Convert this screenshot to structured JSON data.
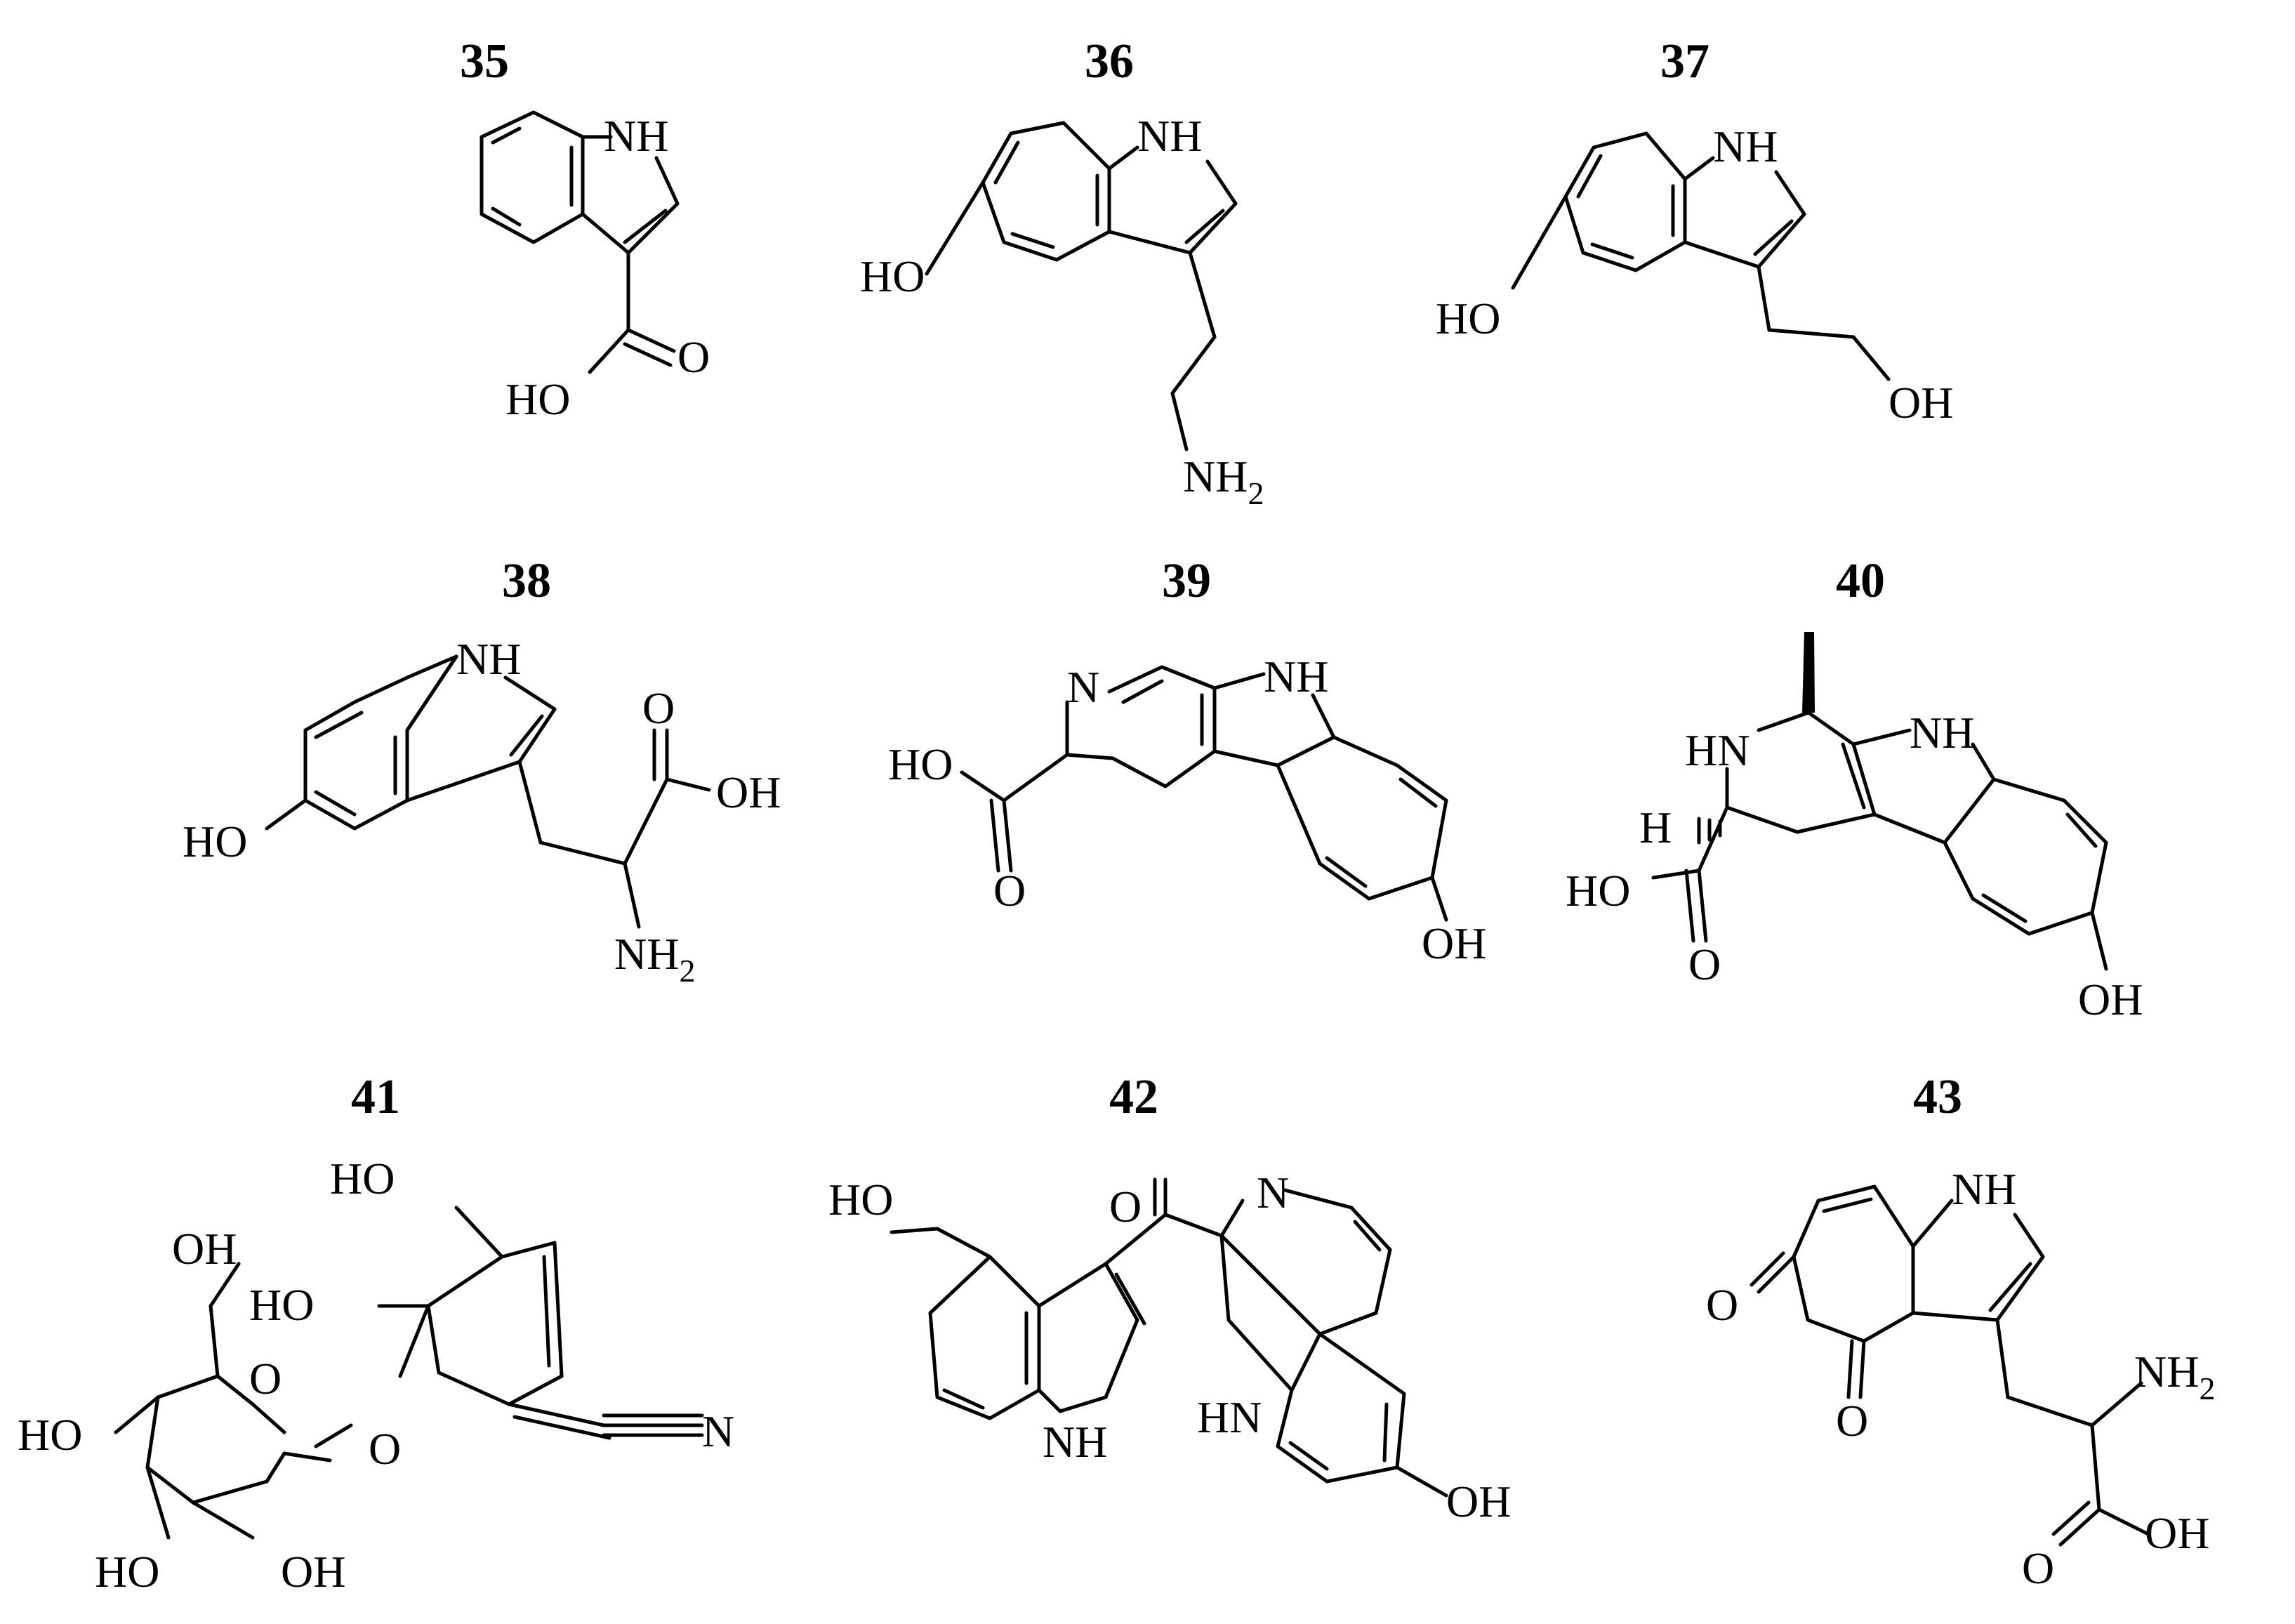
{
  "compounds": [
    {
      "id": "35",
      "labels": {
        "nh": "NH",
        "o": "O",
        "ho": "HO"
      }
    },
    {
      "id": "36",
      "labels": {
        "nh": "NH",
        "ho": "HO",
        "nh2": "NH",
        "sub": "2"
      }
    },
    {
      "id": "37",
      "labels": {
        "nh": "NH",
        "ho": "HO",
        "oh": "OH"
      }
    },
    {
      "id": "38",
      "labels": {
        "nh": "NH",
        "ho": "HO",
        "o": "O",
        "oh": "OH",
        "nh2": "NH",
        "sub": "2"
      }
    },
    {
      "id": "39",
      "labels": {
        "n": "N",
        "nh": "NH",
        "ho": "HO",
        "o": "O",
        "oh": "OH"
      }
    },
    {
      "id": "40",
      "labels": {
        "hn": "HN",
        "nh": "NH",
        "h": "H",
        "ho": "HO",
        "o": "O",
        "oh": "OH"
      }
    },
    {
      "id": "41",
      "labels": {
        "oh": "OH",
        "ho1": "HO",
        "ho2": "HO",
        "o_ring": "O",
        "ho3": "HO",
        "o_link": "O",
        "n": "N",
        "ho4": "HO",
        "oh2": "OH"
      }
    },
    {
      "id": "42",
      "labels": {
        "ho": "HO",
        "o": "O",
        "n": "N",
        "nh": "NH",
        "hn": "HN",
        "oh": "OH"
      }
    },
    {
      "id": "43",
      "labels": {
        "nh": "NH",
        "o1": "O",
        "o2": "O",
        "nh2": "NH",
        "sub": "2",
        "o3": "O",
        "oh": "OH"
      }
    }
  ]
}
